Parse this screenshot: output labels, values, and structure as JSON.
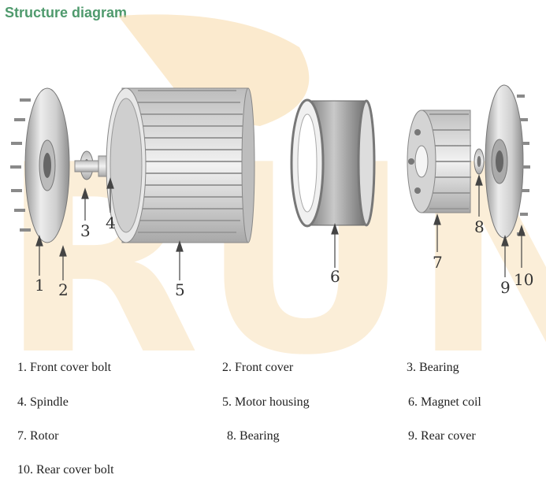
{
  "title": "Structure diagram",
  "watermark": "RUN",
  "colors": {
    "title": "#4f9a6d",
    "watermark": "#f7d9a6",
    "metal": "#d6d6d6",
    "metal_dark": "#8a8a8a",
    "line": "#444444"
  },
  "callouts": [
    "1",
    "2",
    "3",
    "4",
    "5",
    "6",
    "7",
    "8",
    "9",
    "10"
  ],
  "legend": [
    "1.  Front cover bolt",
    "2. Front cover",
    "3. Bearing",
    "4. Spindle",
    "5. Motor housing",
    "6. Magnet coil",
    "7. Rotor",
    "8. Bearing",
    "9. Rear cover",
    "10. Rear cover bolt"
  ]
}
